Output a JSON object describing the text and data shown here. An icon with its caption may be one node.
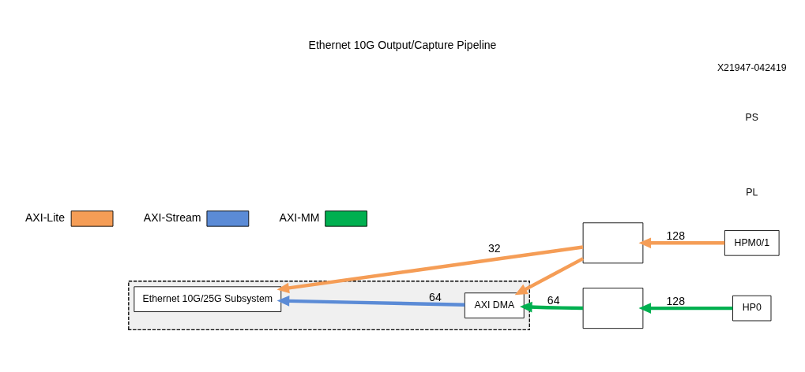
{
  "diagram": {
    "title": "Ethernet 10G Output/Capture Pipeline",
    "nodes": [
      {
        "text": [],
        "shape": "box"
      },
      {
        "text": [
          "Ethernet 10G/25G Subsystem"
        ],
        "in": 0
      },
      {
        "text": [
          "AXI DMA"
        ],
        "in": 0
      },
      {
        "text": [],
        "shape": "box"
      },
      {
        "text": [],
        "shape": "box"
      },
      {
        "text": [
          "HPM0/1"
        ]
      },
      {
        "text": [
          "HP0"
        ]
      }
    ],
    "edges": [
      {
        "from": 5,
        "to": 3,
        "arrow": "to",
        "label": "128",
        "color": "#f59d56"
      },
      {
        "from": 3,
        "to": 1,
        "arrow": "to",
        "label": "32",
        "color": "#f59d56"
      },
      {
        "from": 3,
        "to": 2,
        "arrow": "to",
        "color": "#f59d56"
      },
      {
        "from": 6,
        "to": 4,
        "arrow": "to",
        "label": "128",
        "color": "#00b050"
      },
      {
        "from": 4,
        "to": 2,
        "arrow": "to",
        "label": "64",
        "color": "#00b050"
      },
      {
        "from": 2,
        "to": 1,
        "arrow": "to",
        "label": "64",
        "color": "#5b8bd6"
      }
    ],
    "labels": [
      "PL",
      "PS",
      "X21947-042419"
    ],
    "legend": [
      {
        "text": "AXI-Lite",
        "color": "#f59d56"
      },
      {
        "text": "AXI-Stream",
        "color": "#5b8bd6"
      },
      {
        "text": "AXI-MM",
        "color": "#00b050"
      }
    ]
  }
}
